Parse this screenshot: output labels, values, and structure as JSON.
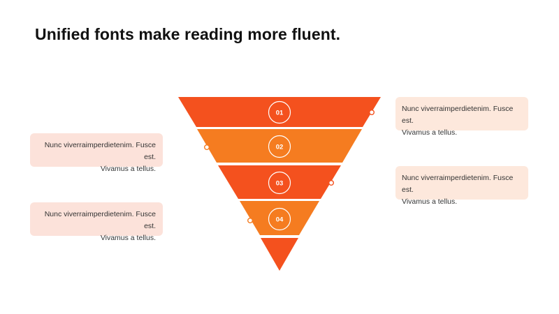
{
  "title": "Unified fonts make reading more fluent.",
  "colors": {
    "stage_dark": "#F4511E",
    "stage_light": "#F57C20",
    "callout_right_bg": "#FDE8DC",
    "callout_left_bg": "#FCE2DA"
  },
  "stages": [
    {
      "number": "01",
      "color": "#F4511E"
    },
    {
      "number": "02",
      "color": "#F57C20"
    },
    {
      "number": "03",
      "color": "#F4511E"
    },
    {
      "number": "04",
      "color": "#F57C20"
    },
    {
      "number": "",
      "color": "#F4511E"
    }
  ],
  "callouts": [
    {
      "line1": "Nunc viverraimperdietenim. Fusce est.",
      "line2": "Vivamus a tellus."
    },
    {
      "line1": "Nunc viverraimperdietenim. Fusce est.",
      "line2": "Vivamus a tellus."
    },
    {
      "line1": "Nunc viverraimperdietenim. Fusce est.",
      "line2": "Vivamus a tellus."
    },
    {
      "line1": "Nunc viverraimperdietenim. Fusce est.",
      "line2": "Vivamus a tellus."
    }
  ]
}
